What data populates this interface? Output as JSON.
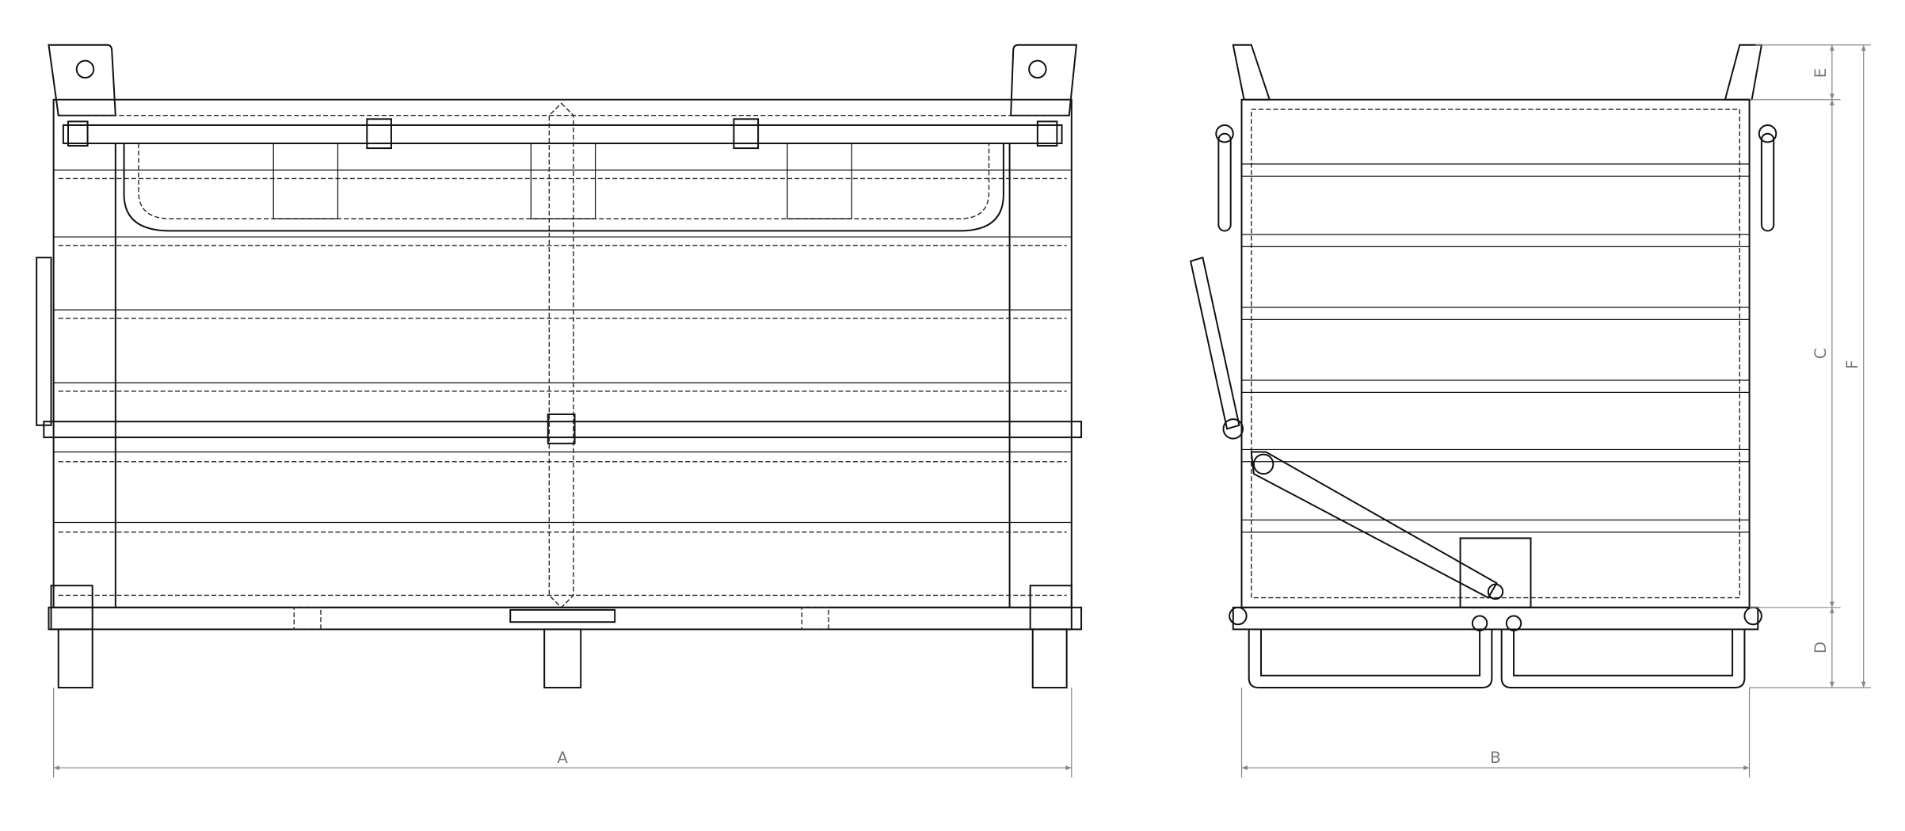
{
  "drawing": {
    "views": [
      "front-view",
      "side-view"
    ],
    "dimension_labels": {
      "A": "A",
      "B": "B",
      "C": "C",
      "D": "D",
      "E": "E",
      "F": "F"
    },
    "colors": {
      "line": "#111111",
      "dimension": "#888888",
      "background": "#ffffff"
    }
  }
}
